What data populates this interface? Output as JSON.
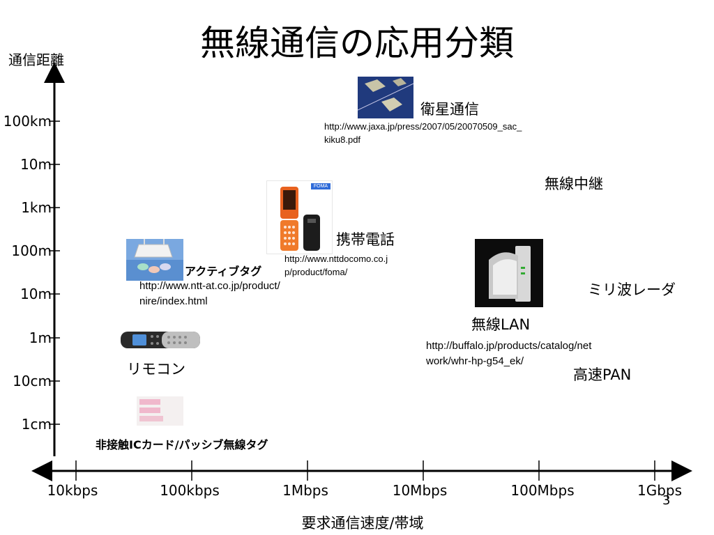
{
  "title": "無線通信の応用分類",
  "y_axis_label": "通信距離",
  "x_axis_label": "要求通信速度/帯域",
  "y_ticks": [
    "100km",
    "10m",
    "1km",
    "100m",
    "10m",
    "1m",
    "10cm",
    "1cm"
  ],
  "x_ticks": [
    "10kbps",
    "100kbps",
    "1Mbps",
    "10Mbps",
    "100Mbps",
    "1Gbps"
  ],
  "items": {
    "satellite": {
      "label": "衛星通信",
      "url": "http://www.jaxa.jp/press/2007/05/20070509_sac_kiku8.pdf"
    },
    "relay": {
      "label": "無線中継"
    },
    "mobile": {
      "label": "携帯電話",
      "url": "http://www.nttdocomo.co.jp/product/foma/",
      "badge": "FOMA"
    },
    "mmwave": {
      "label": "ミリ波レーダ"
    },
    "active_tag": {
      "label": "アクティブタグ",
      "url": "http://www.ntt-at.co.jp/product/nire/index.html"
    },
    "wlan": {
      "label": "無線LAN",
      "url": "http://buffalo.jp/products/catalog/network/whr-hp-g54_ek/"
    },
    "remote": {
      "label": "リモコン"
    },
    "pan": {
      "label": "高速PAN"
    },
    "ic_card": {
      "label": "非接触ICカード/パッシブ無線タグ"
    }
  },
  "page_number": "3",
  "colors": {
    "axis": "#000000",
    "satellite_bg": "#1a2f6a",
    "phone_orange": "#e8621f"
  }
}
